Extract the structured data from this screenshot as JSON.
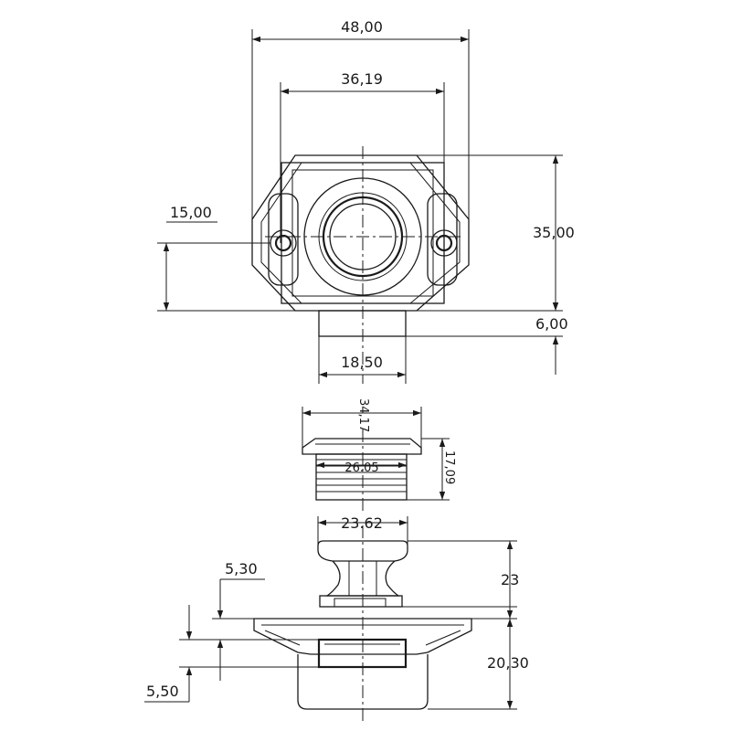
{
  "drawing": {
    "top_view": {
      "overall_width": "48,00",
      "inner_width": "36,19",
      "hole_offset": "15,00",
      "height": "35,00",
      "depth": "6,00",
      "shank_width": "18,50"
    },
    "bezel": {
      "flange_diameter": "34,17",
      "thread_diameter": "26.05",
      "height": "17,09"
    },
    "knob_side_view": {
      "knob_diameter": "23.62",
      "knob_height": "23",
      "flange_thickness": "5,30",
      "slot_height": "5,50",
      "body_height": "20,30"
    }
  }
}
